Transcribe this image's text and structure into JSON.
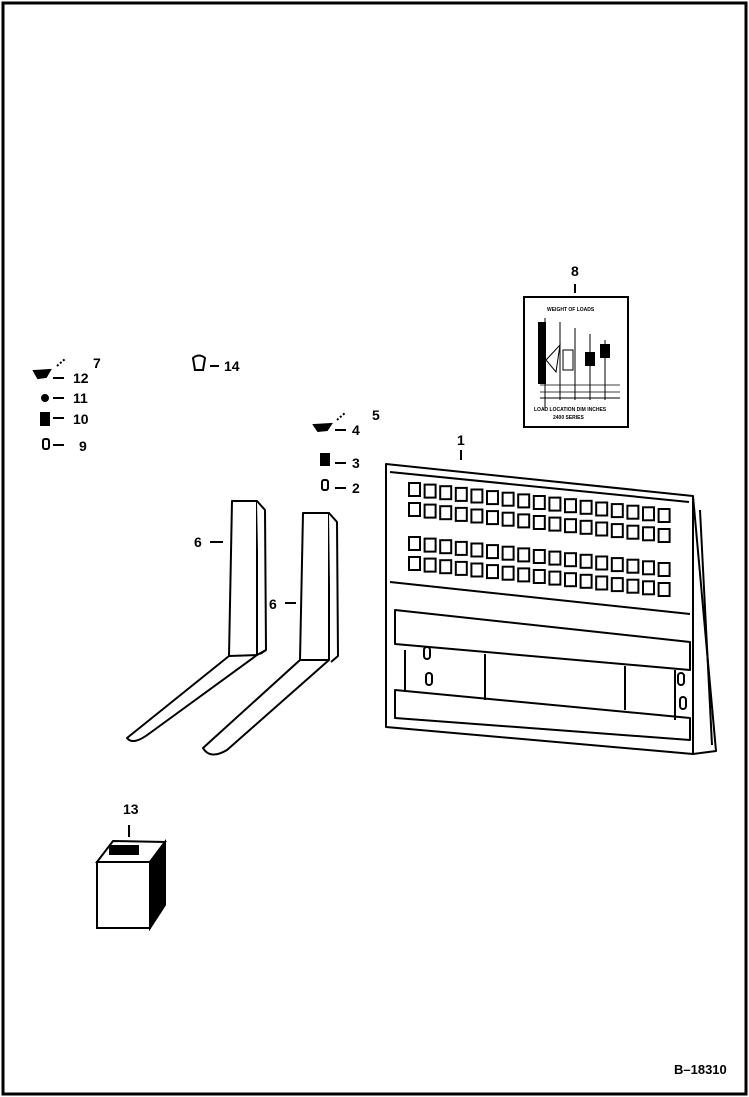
{
  "figure_id": "B–18310",
  "callouts": [
    {
      "id": "c1",
      "text": "1"
    },
    {
      "id": "c2",
      "text": "2"
    },
    {
      "id": "c3",
      "text": "3"
    },
    {
      "id": "c4",
      "text": "4"
    },
    {
      "id": "c5",
      "text": "5"
    },
    {
      "id": "c6a",
      "text": "6"
    },
    {
      "id": "c6b",
      "text": "6"
    },
    {
      "id": "c7",
      "text": "7"
    },
    {
      "id": "c8",
      "text": "8"
    },
    {
      "id": "c9",
      "text": "9"
    },
    {
      "id": "c10",
      "text": "10"
    },
    {
      "id": "c11",
      "text": "11"
    },
    {
      "id": "c12",
      "text": "12"
    },
    {
      "id": "c13",
      "text": "13"
    },
    {
      "id": "c14",
      "text": "14"
    }
  ],
  "decal": {
    "line1": "WEIGHT OF LOADS",
    "line2": "LOAD LOCATION DIM INCHES",
    "line3": "2400 SERIES"
  }
}
